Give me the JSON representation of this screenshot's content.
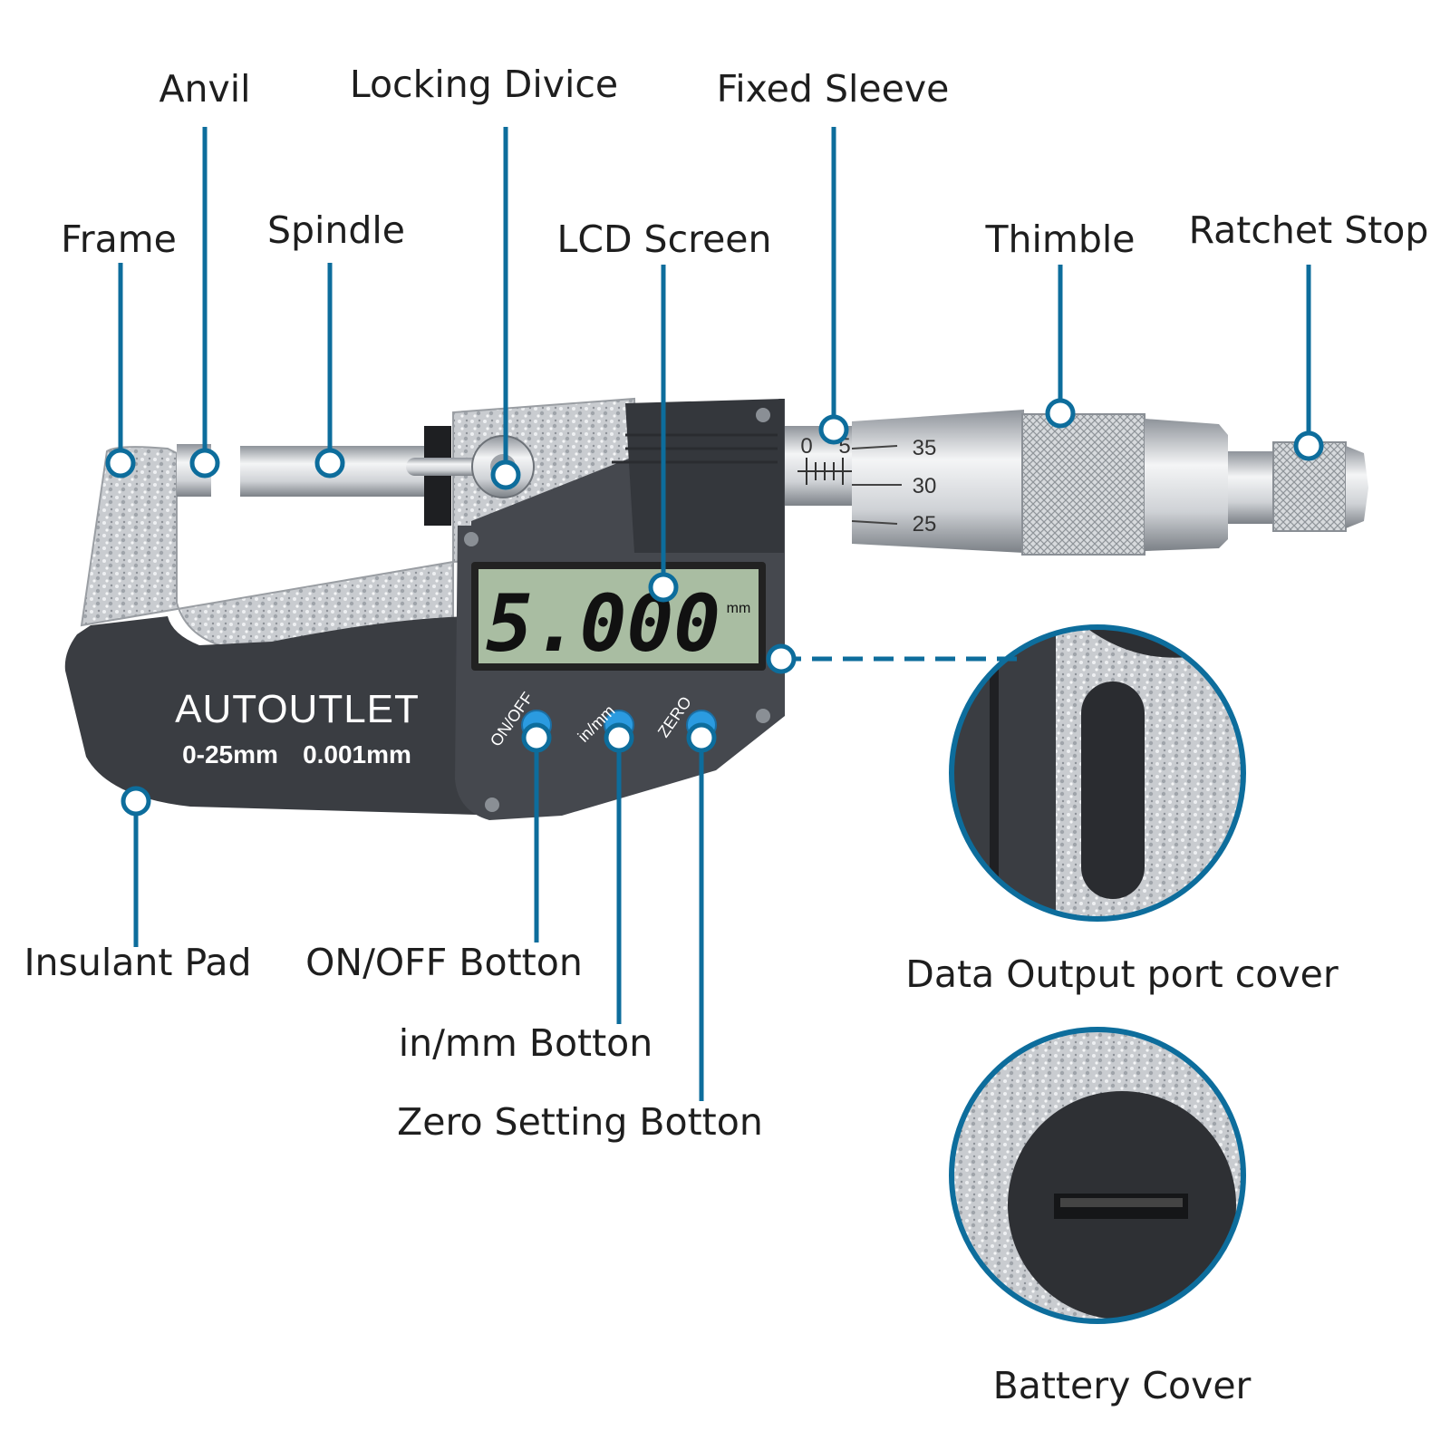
{
  "labels": {
    "frame": "Frame",
    "anvil": "Anvil",
    "spindle": "Spindle",
    "locking_device": "Locking Divice",
    "lcd_screen": "LCD Screen",
    "fixed_sleeve": "Fixed Sleeve",
    "thimble": "Thimble",
    "ratchet_stop": "Ratchet Stop",
    "insulant_pad": "Insulant Pad",
    "on_off_button": "ON/OFF Botton",
    "in_mm_button": "in/mm Botton",
    "zero_setting_button": "Zero Setting Botton",
    "data_output_port_cover": "Data Output port cover",
    "battery_cover": "Battery Cover"
  },
  "device": {
    "brand": "AUTOUTLET",
    "range": "0-25mm",
    "resolution": "0.001mm",
    "lcd_value": "5.000",
    "lcd_unit": "mm",
    "button_on_off": "ON/OFF",
    "button_in_mm": "in/mm",
    "button_zero": "ZERO",
    "sleeve_scale_marks": [
      "0",
      "5"
    ],
    "thimble_scale_marks": [
      "35",
      "30",
      "25"
    ]
  },
  "colors": {
    "leader": "#0d6d9c",
    "body_dark": "#3a3d42",
    "button_blue": "#2b9be0",
    "lcd_green": "#a9bda2"
  }
}
